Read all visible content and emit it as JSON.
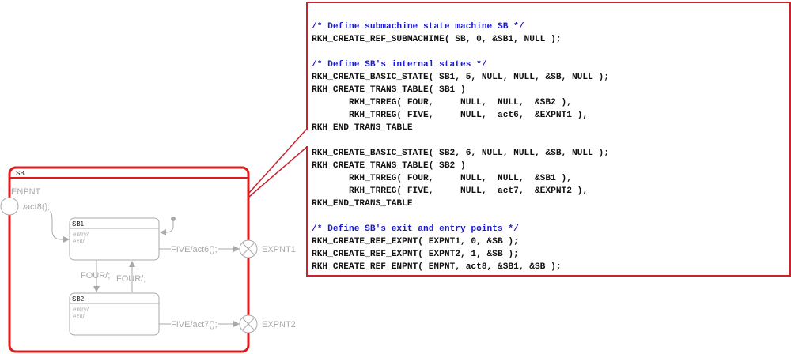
{
  "diagram": {
    "submachine": "SB",
    "entry_point": {
      "name": "ENPNT",
      "action": "/act8();"
    },
    "states": [
      {
        "name": "SB1",
        "entry": "entry/",
        "exit": "exit/"
      },
      {
        "name": "SB2",
        "entry": "entry/",
        "exit": "exit/"
      }
    ],
    "transitions": {
      "sb1_to_sb2": "FOUR/;",
      "sb2_to_sb1": "FOUR/;",
      "sb1_to_expnt1": "FIVE/act6();",
      "sb2_to_expnt2": "FIVE/act7();"
    },
    "exit_points": [
      "EXPNT1",
      "EXPNT2"
    ],
    "colors": {
      "highlight": "#e01b1b",
      "muted": "#a9a9a9",
      "comment": "#1a1acd"
    }
  },
  "code": [
    {
      "text": "/* Define submachine state machine SB */",
      "comment": true
    },
    {
      "text": "RKH_CREATE_REF_SUBMACHINE( SB, 0, &SB1, NULL );"
    },
    {
      "text": ""
    },
    {
      "text": "/* Define SB's internal states */",
      "comment": true
    },
    {
      "text": "RKH_CREATE_BASIC_STATE( SB1, 5, NULL, NULL, &SB, NULL );"
    },
    {
      "text": "RKH_CREATE_TRANS_TABLE( SB1 )"
    },
    {
      "text": "       RKH_TRREG( FOUR,     NULL,  NULL,  &SB2 ),"
    },
    {
      "text": "       RKH_TRREG( FIVE,     NULL,  act6,  &EXPNT1 ),"
    },
    {
      "text": "RKH_END_TRANS_TABLE"
    },
    {
      "text": ""
    },
    {
      "text": "RKH_CREATE_BASIC_STATE( SB2, 6, NULL, NULL, &SB, NULL );"
    },
    {
      "text": "RKH_CREATE_TRANS_TABLE( SB2 )"
    },
    {
      "text": "       RKH_TRREG( FOUR,     NULL,  NULL,  &SB1 ),"
    },
    {
      "text": "       RKH_TRREG( FIVE,     NULL,  act7,  &EXPNT2 ),"
    },
    {
      "text": "RKH_END_TRANS_TABLE"
    },
    {
      "text": ""
    },
    {
      "text": "/* Define SB's exit and entry points */",
      "comment": true
    },
    {
      "text": "RKH_CREATE_REF_EXPNT( EXPNT1, 0, &SB );"
    },
    {
      "text": "RKH_CREATE_REF_EXPNT( EXPNT2, 1, &SB );"
    },
    {
      "text": "RKH_CREATE_REF_ENPNT( ENPNT, act8, &SB1, &SB );"
    }
  ]
}
